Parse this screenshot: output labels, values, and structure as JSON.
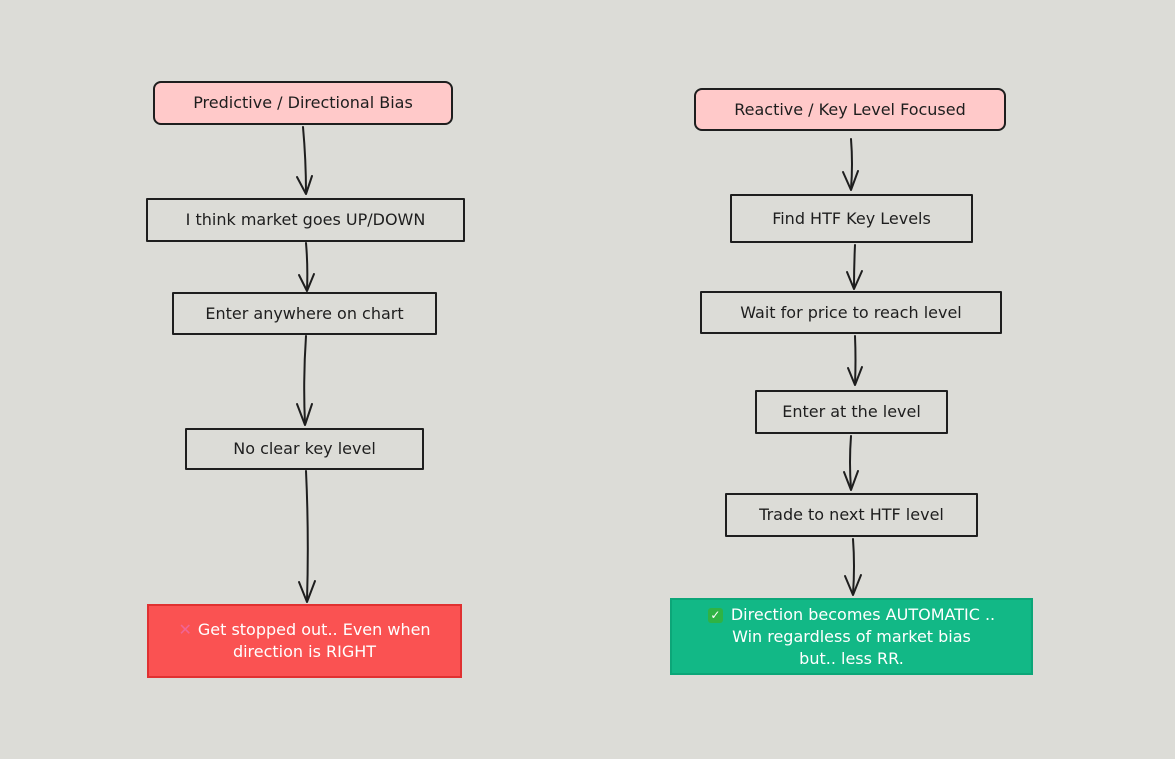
{
  "left": {
    "title": "Predictive / Directional Bias",
    "step1": "I think market goes UP/DOWN",
    "step2": "Enter anywhere on chart",
    "step3": "No clear key level",
    "outcome": {
      "icon": "cross-mark-icon",
      "symbol": "✕",
      "line1": "Get stopped out.. Even when",
      "line2": "direction is RIGHT"
    }
  },
  "right": {
    "title": "Reactive / Key Level Focused",
    "step1": "Find HTF Key Levels",
    "step2": "Wait for price to reach level",
    "step3": "Enter at the level",
    "step4": "Trade to next HTF level",
    "outcome": {
      "icon": "check-mark-icon",
      "symbol": "✓",
      "line1": "Direction becomes AUTOMATIC ..",
      "line2": "Win regardless of market bias",
      "line3": "but.. less RR."
    }
  },
  "colors": {
    "background": "#dcdcd7",
    "title_fill": "#ffc9c9",
    "fail_fill": "#fa5252",
    "success_fill": "#12b886",
    "stroke": "#1e1e1e"
  }
}
